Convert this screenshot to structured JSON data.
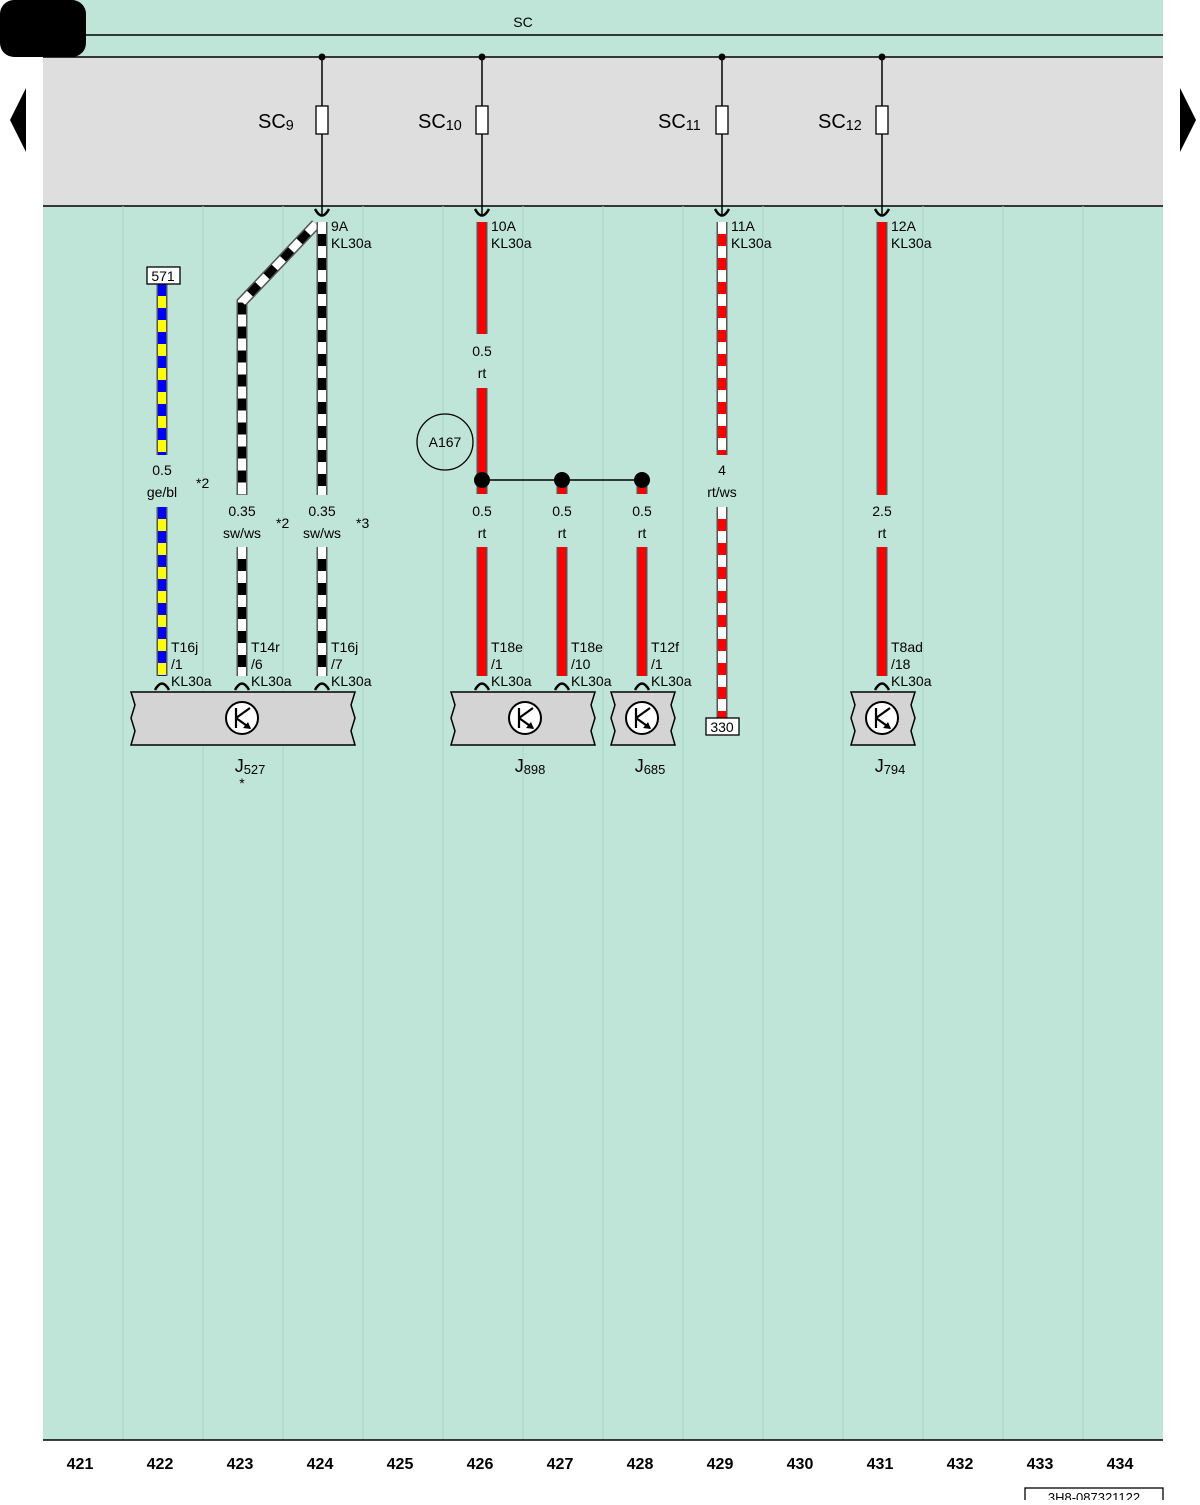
{
  "bus": {
    "label": "SC"
  },
  "fuses": [
    {
      "name": "SC",
      "sub": "9",
      "rating": "9A",
      "terminal": "KL30a"
    },
    {
      "name": "SC",
      "sub": "10",
      "rating": "10A",
      "terminal": "KL30a"
    },
    {
      "name": "SC",
      "sub": "11",
      "rating": "11A",
      "terminal": "KL30a"
    },
    {
      "name": "SC",
      "sub": "12",
      "rating": "12A",
      "terminal": "KL30a"
    }
  ],
  "wires": [
    {
      "size": "0.5",
      "color_code": "ge/bl",
      "colors": [
        "#ffff00",
        "#0000ff"
      ],
      "footnote": "*2"
    },
    {
      "size": "0.35",
      "color_code": "sw/ws",
      "colors": [
        "#000000",
        "#ffffff"
      ],
      "footnote": "*2"
    },
    {
      "size": "0.35",
      "color_code": "sw/ws",
      "colors": [
        "#000000",
        "#ffffff"
      ],
      "footnote": "*3"
    },
    {
      "size": "0.5",
      "color_code": "rt",
      "colors": [
        "#ff0000"
      ]
    },
    {
      "size": "0.5",
      "color_code": "rt",
      "colors": [
        "#ff0000"
      ]
    },
    {
      "size": "0.5",
      "color_code": "rt",
      "colors": [
        "#ff0000"
      ]
    },
    {
      "size": "0.5",
      "color_code": "rt",
      "colors": [
        "#ff0000"
      ]
    },
    {
      "size": "4",
      "color_code": "rt/ws",
      "colors": [
        "#ff0000",
        "#ffffff"
      ]
    },
    {
      "size": "2.5",
      "color_code": "rt",
      "colors": [
        "#ff0000"
      ]
    }
  ],
  "connector_refs": [
    "571",
    "330"
  ],
  "splice": "A167",
  "pins": [
    {
      "conn": "T16j",
      "pin": "/1",
      "terminal": "KL30a"
    },
    {
      "conn": "T14r",
      "pin": "/6",
      "terminal": "KL30a"
    },
    {
      "conn": "T16j",
      "pin": "/7",
      "terminal": "KL30a"
    },
    {
      "conn": "T18e",
      "pin": "/1",
      "terminal": "KL30a"
    },
    {
      "conn": "T18e",
      "pin": "/10",
      "terminal": "KL30a"
    },
    {
      "conn": "T12f",
      "pin": "/1",
      "terminal": "KL30a"
    },
    {
      "conn": "T8ad",
      "pin": "/18",
      "terminal": "KL30a"
    }
  ],
  "components": [
    {
      "name": "J",
      "sub": "527",
      "note": "*"
    },
    {
      "name": "J",
      "sub": "898"
    },
    {
      "name": "J",
      "sub": "685"
    },
    {
      "name": "J",
      "sub": "794"
    }
  ],
  "columns": [
    "421",
    "422",
    "423",
    "424",
    "425",
    "426",
    "427",
    "428",
    "429",
    "430",
    "431",
    "432",
    "433",
    "434"
  ],
  "doc_id": "3H8-087321122",
  "colors": {
    "background": "#bfe4d8",
    "fuse_band": "#dedede",
    "component_fill": "#d4d4d4"
  }
}
